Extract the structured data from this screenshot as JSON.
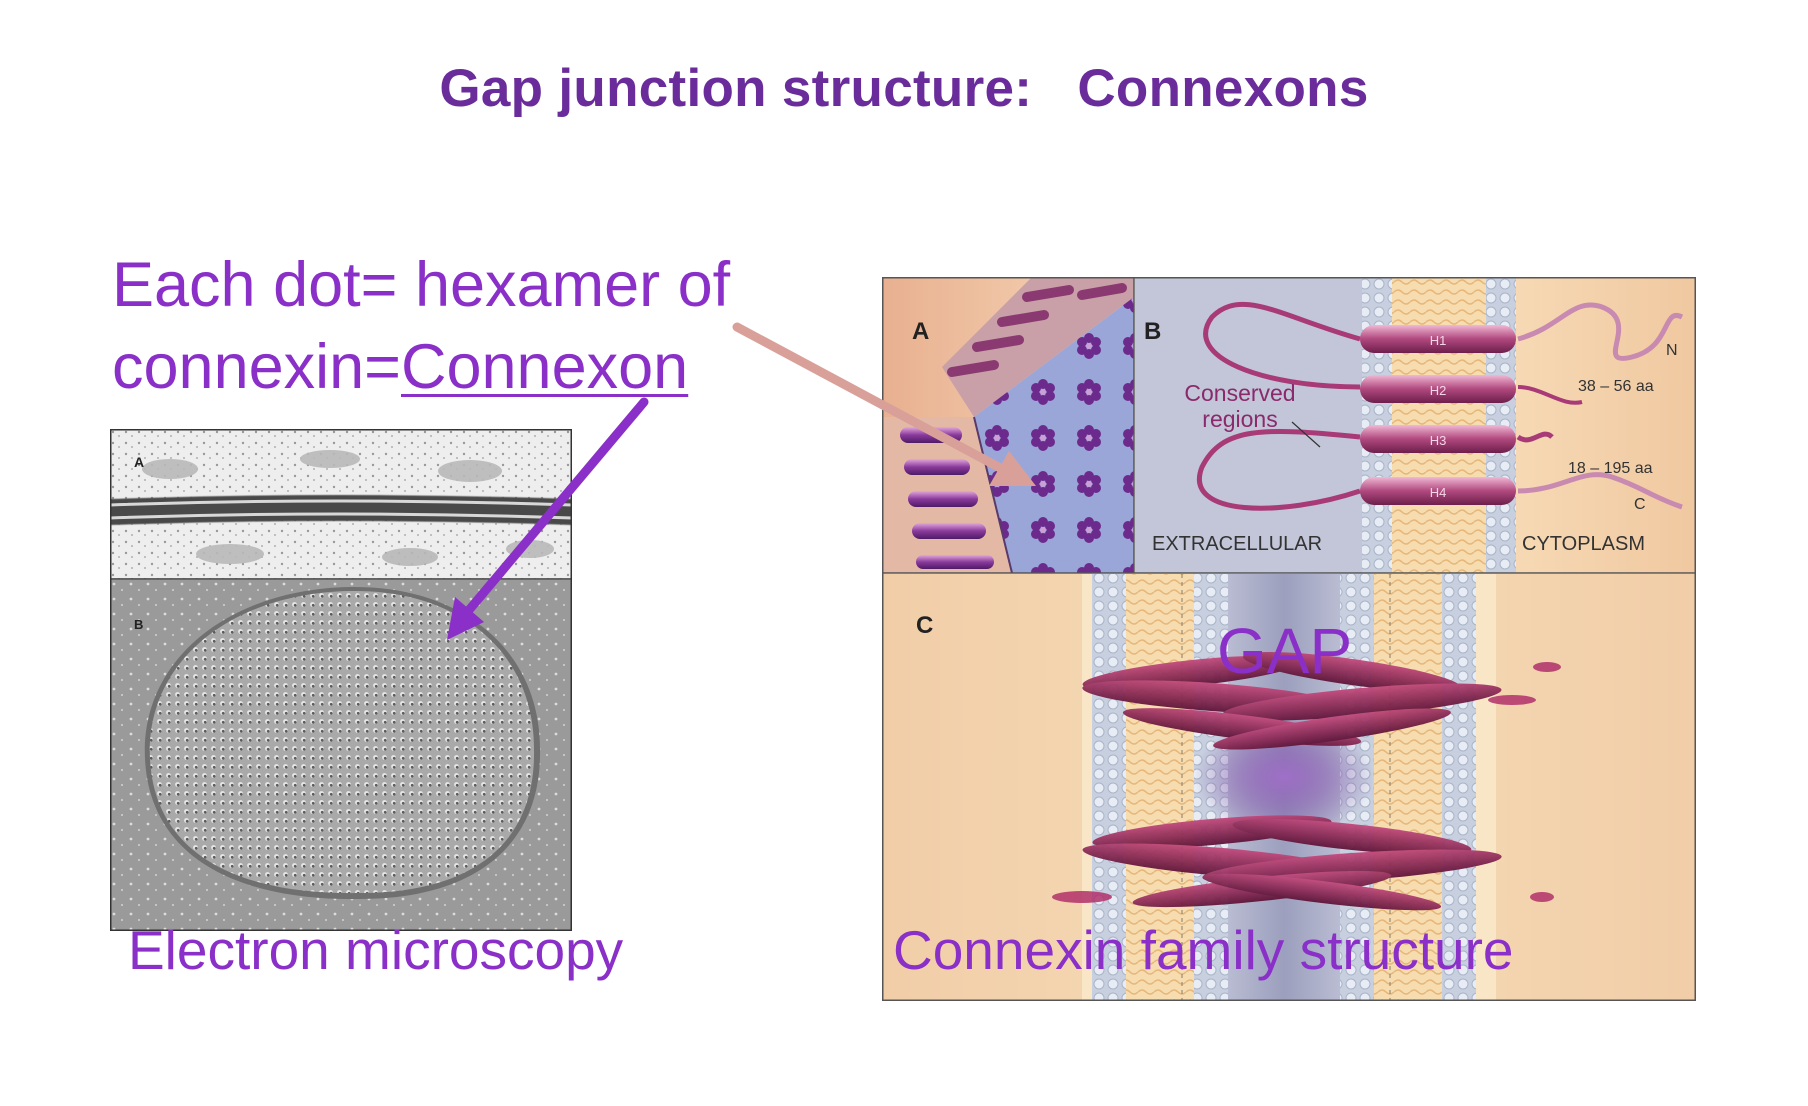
{
  "title": "Gap junction structure:   Connexons",
  "caption": {
    "line1": "Each dot= hexamer of",
    "line2_prefix": "connexin=",
    "line2_link": "Connexon"
  },
  "labels": {
    "electron_microscopy": "Electron microscopy",
    "connexin_family": "Connexin family structure",
    "gap": "GAP"
  },
  "em_panels": {
    "a": "A",
    "b": "B"
  },
  "diagram": {
    "panel_a": "A",
    "panel_b": "B",
    "panel_c": "C",
    "conserved_line1": "Conserved",
    "conserved_line2": "regions",
    "helices": [
      "H1",
      "H2",
      "H3",
      "H4"
    ],
    "n_term": "N",
    "c_term": "C",
    "n_length": "38 – 56 aa",
    "c_length": "18 – 195 aa",
    "extracellular": "EXTRACELLULAR",
    "cytoplasm": "CYTOPLASM"
  },
  "colors": {
    "title": "#6a2c9b",
    "caption": "#8a2fc7",
    "arrow_violet": "#8a2fc7",
    "arrow_pink": "#d9a09a"
  }
}
